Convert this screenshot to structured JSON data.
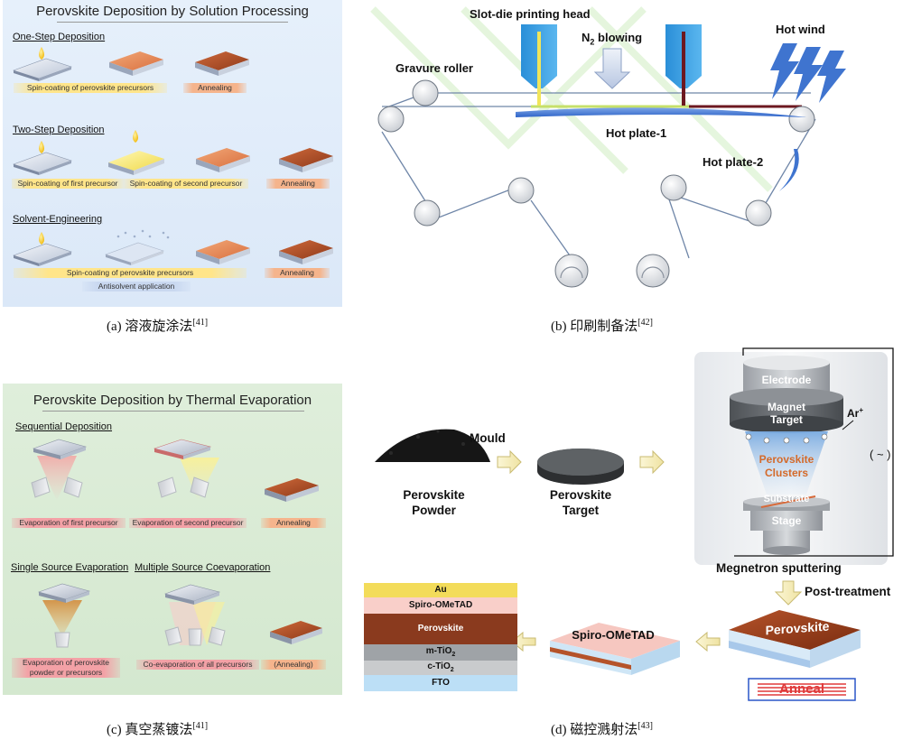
{
  "panel_a": {
    "title": "Perovskite Deposition by Solution Processing",
    "one_step": {
      "heading": "One-Step Deposition",
      "spin": "Spin-coating of perovskite precursors",
      "anneal": "Annealing"
    },
    "two_step": {
      "heading": "Two-Step Deposition",
      "spin1": "Spin-coating of first precursor",
      "spin2": "Spin-coating of second precursor",
      "anneal": "Annealing"
    },
    "solvent": {
      "heading": "Solvent-Engineering",
      "spin": "Spin-coating of perovskite precursors",
      "anneal": "Annealing",
      "anti": "Antisolvent application"
    },
    "caption": {
      "label": "(a)  溶液旋涂法",
      "ref": "[41]"
    }
  },
  "panel_b": {
    "slot_die": "Slot-die printing head",
    "n2_prefix": "N",
    "n2_sub": "2",
    "n2_suffix": " blowing",
    "hot_wind": "Hot wind",
    "gravure": "Gravure roller",
    "hot_plate_1": "Hot plate-1",
    "hot_plate_2": "Hot plate-2",
    "caption": {
      "label": "(b)  印刷制备法",
      "ref": "[42]"
    }
  },
  "panel_c": {
    "title": "Perovskite Deposition by Thermal Evaporation",
    "sequential": {
      "heading": "Sequential Deposition",
      "evap1": "Evaporation of first precursor",
      "evap2": "Evaporation of second precursor",
      "anneal": "Annealing"
    },
    "single": {
      "heading": "Single Source Evaporation",
      "evap_line1": "Evaporation of perovskite",
      "evap_line2": "powder or precursors"
    },
    "multiple": {
      "heading": "Multiple Source Coevaporation",
      "coevap": "Co-evaporation of all precursors",
      "anneal": "(Annealing)"
    },
    "caption": {
      "label": "(c)  真空蒸镀法",
      "ref": "[41]"
    }
  },
  "panel_d": {
    "mould": "Mould",
    "powder_line1": "Perovskite",
    "powder_line2": "Powder",
    "target_line1": "Perovskite",
    "target_line2": "Target",
    "electrode": "Electrode",
    "magnet": "Magnet",
    "target": "Target",
    "ar": "Ar",
    "ar_sup": "+",
    "clusters_line1": "Perovskite",
    "clusters_line2": "Clusters",
    "substrate": "Substrate",
    "stage": "Stage",
    "ac_symbol": "( ~ )",
    "magnetron": "Megnetron sputtering",
    "post_treatment": "Post-treatment",
    "perovskite_block": "Perovskite",
    "anneal": "Anneal",
    "spiro_block": "Spiro-OMeTAD",
    "stack": {
      "au": "Au",
      "spiro": "Spiro-OMeTAD",
      "perovskite": "Perovskite",
      "mtio_prefix": "m-TiO",
      "mtio_sub": "2",
      "ctio_prefix": "c-TiO",
      "ctio_sub": "2",
      "fto": "FTO"
    },
    "caption": {
      "label": "(d)  磁控溅射法",
      "ref": "[43]"
    }
  }
}
